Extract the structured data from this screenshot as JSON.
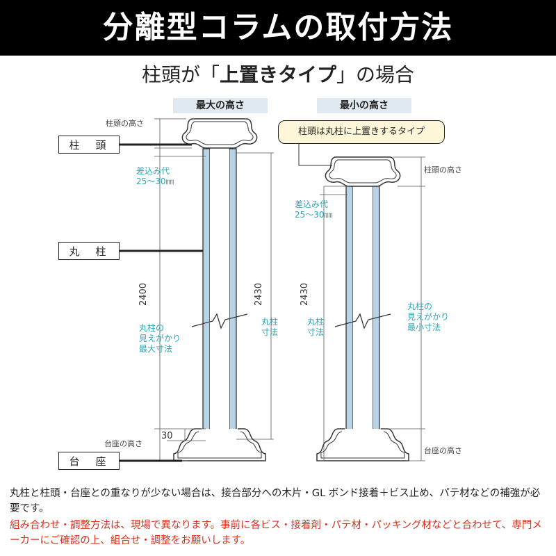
{
  "header": {
    "title": "分離型コラムの取付方法"
  },
  "subtitle": {
    "pre": "柱頭が「",
    "bold": "上置きタイプ",
    "post": "」の場合"
  },
  "tabs": {
    "max_height": "最大の高さ",
    "min_height": "最小の高さ"
  },
  "parts": {
    "capital": "柱　頭",
    "column": "丸　柱",
    "base": "台　座"
  },
  "callout": "柱頭は丸柱に上置きするタイプ",
  "labels": {
    "capital_height_left": "柱頭の高さ",
    "capital_height_right": "柱頭の高さ",
    "base_height_left": "台座の高さ",
    "base_height_right": "台座の高さ",
    "insert_left_1": "差込み代",
    "insert_left_2": "25～30㎜",
    "insert_right_1": "差込み代",
    "insert_right_2": "25～30㎜",
    "max_visible_1": "丸柱の",
    "max_visible_2": "見えがかり",
    "max_visible_3": "最大寸法",
    "min_visible_1": "丸柱の",
    "min_visible_2": "見えがかり",
    "min_visible_3": "最小寸法",
    "col_size_left_1": "丸柱",
    "col_size_left_2": "寸法",
    "col_size_right_1": "丸柱",
    "col_size_right_2": "寸法",
    "dim_2400": "2400",
    "dim_2430_left": "2430",
    "dim_2430_right": "2430",
    "dim_30": "30"
  },
  "notes": {
    "black": "丸柱と柱頭・台座との重なりが少ない場合は、接合部分への木片・GL ボンド接着＋ビス止め、パテ材などの補強が必要です。",
    "red": "組み合わせ・調整方法は、現場で異なります。事前に各ビス・接着剤・パテ材・パッキング材などと合わせて、専門メーカーにご確認の上、組合せ・調整をお願いします。"
  },
  "colors": {
    "header_bg": "#000000",
    "tab_bg": "#dfe9ef",
    "column_fill": "#b9d3e6",
    "callout_bg": "#fdf6d8",
    "accent_cyan": "#2ba7b5",
    "note_red": "#d8321d"
  }
}
